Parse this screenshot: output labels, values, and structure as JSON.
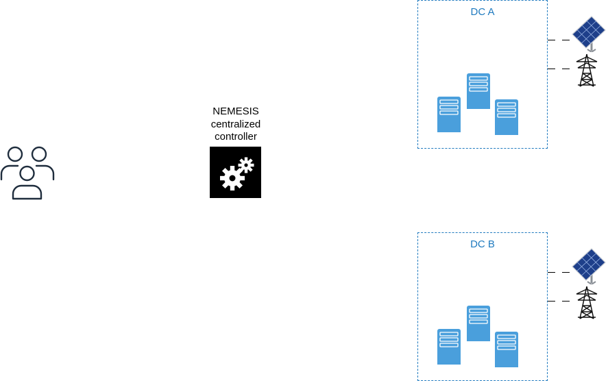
{
  "controller": {
    "label_lines": [
      "NEMESIS",
      "centralized",
      "controller"
    ]
  },
  "datacenters": [
    {
      "id": "a",
      "title": "DC A"
    },
    {
      "id": "b",
      "title": "DC B"
    }
  ],
  "colors": {
    "dc_border": "#1f7abf",
    "dc_title": "#1f7abf",
    "server": "#4a9fdc",
    "controller_bg": "#000000",
    "users_stroke": "#1f2d3d"
  },
  "icons": {
    "users": "users-group-icon",
    "controller": "gears-icon",
    "server": "server-icon",
    "solar": "solar-panel-icon",
    "grid": "power-pylon-icon"
  }
}
